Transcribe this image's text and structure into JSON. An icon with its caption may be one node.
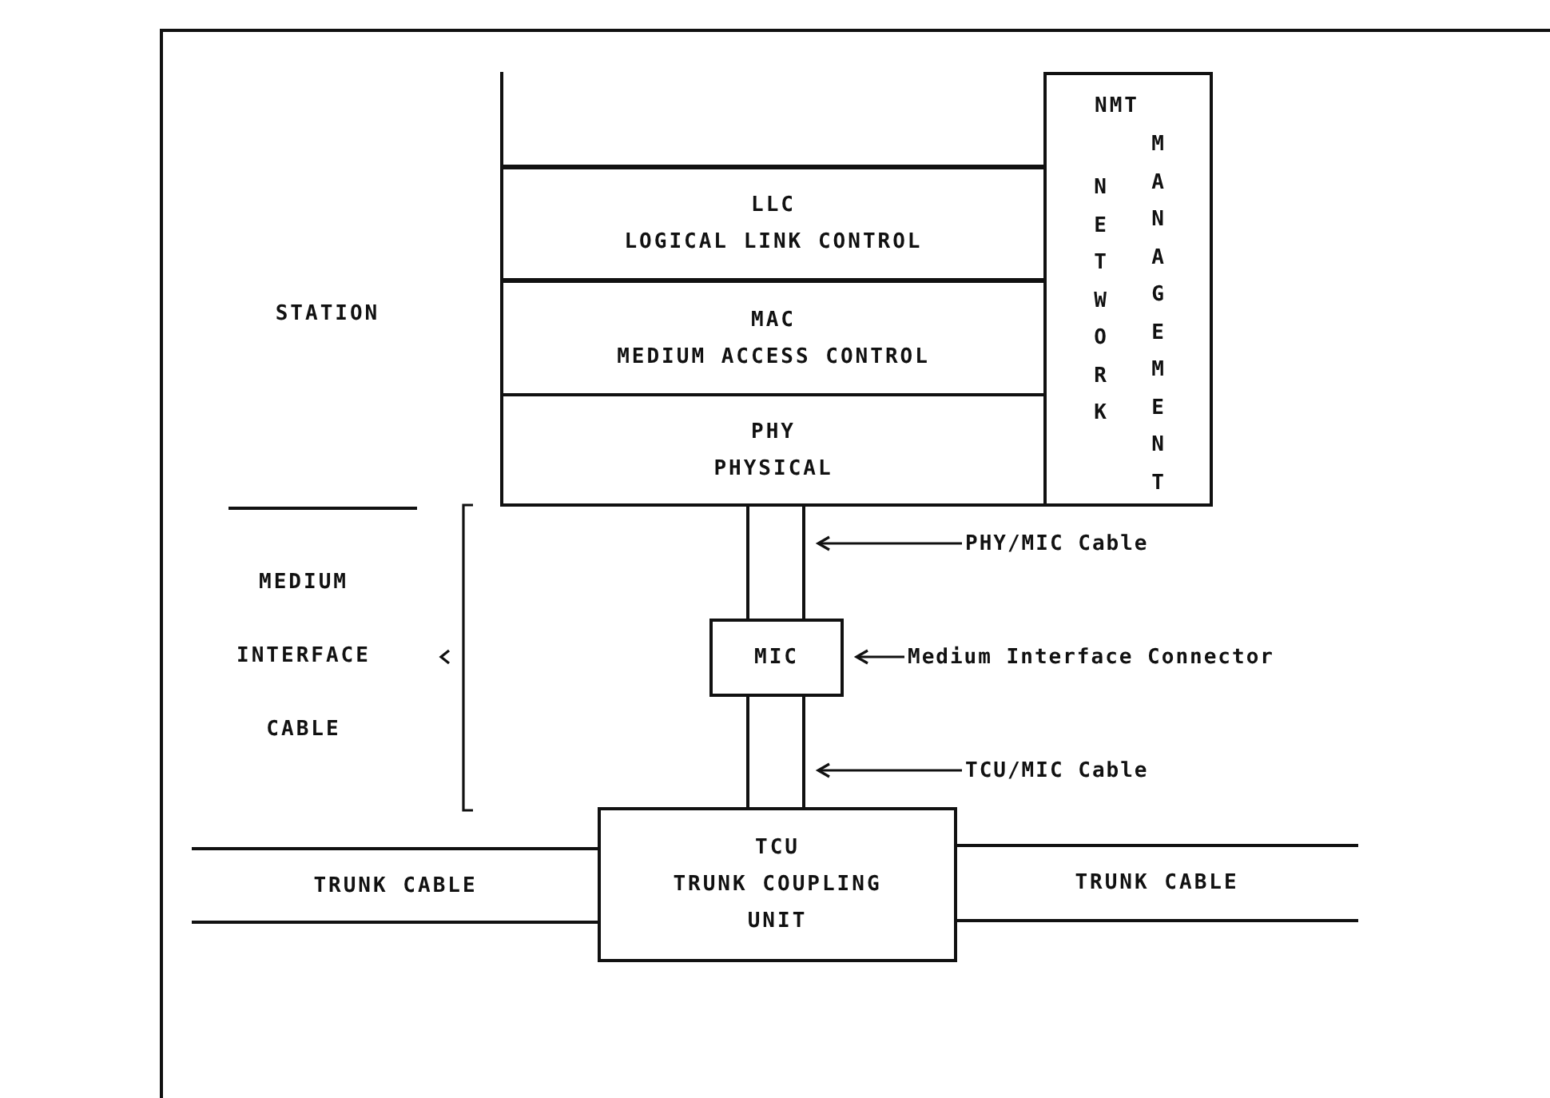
{
  "diagram": {
    "nodes": [
      {
        "text": [
          "LLC",
          "LOGICAL LINK CONTROL"
        ]
      },
      {
        "text": [
          "MAC",
          "MEDIUM ACCESS CONTROL"
        ]
      },
      {
        "text": [
          "PHY",
          "PHYSICAL"
        ]
      },
      {
        "text": [
          "NMT",
          "NETWORK",
          "MANAGEMENT"
        ]
      },
      {
        "text": [
          "MIC"
        ]
      },
      {
        "text": [
          "TCU",
          "TRUNK COUPLING UNIT"
        ]
      },
      {
        "text": [
          "TRUNK CABLE"
        ]
      },
      {
        "text": [
          "TRUNK CABLE"
        ]
      },
      {
        "text": [
          "PHY/MIC Cable"
        ]
      },
      {
        "text": [
          "Medium Interface Connector"
        ]
      },
      {
        "text": [
          "TCU/MIC Cable"
        ]
      },
      {
        "text": [],
        "shape": "bar"
      },
      {
        "text": [],
        "shape": "bar"
      },
      {
        "text": [],
        "shape": "box"
      }
    ],
    "edges": [
      {
        "from": 8,
        "to": 11,
        "arrow": "to"
      },
      {
        "from": 9,
        "to": 4,
        "arrow": "to"
      },
      {
        "from": 10,
        "to": 12,
        "arrow": "to"
      }
    ],
    "labels": [
      "STATION",
      "MEDIUM INTERFACE CABLE"
    ]
  }
}
